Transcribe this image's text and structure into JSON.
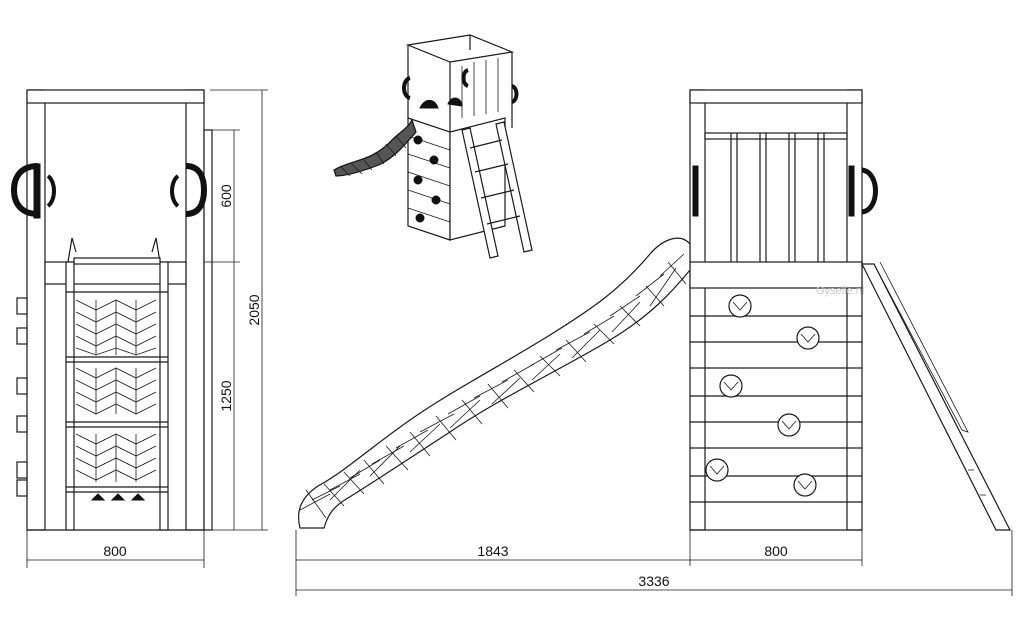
{
  "dimensions": {
    "front_width": "800",
    "upper_height": "600",
    "total_height": "2050",
    "platform_height": "1250",
    "slide_length": "1843",
    "side_tower_width": "800",
    "total_length": "3336"
  },
  "watermark": "Gyselle.nl",
  "icons": {
    "handle": "handle-icon",
    "climbing_hold": "climbing-hold-icon"
  }
}
